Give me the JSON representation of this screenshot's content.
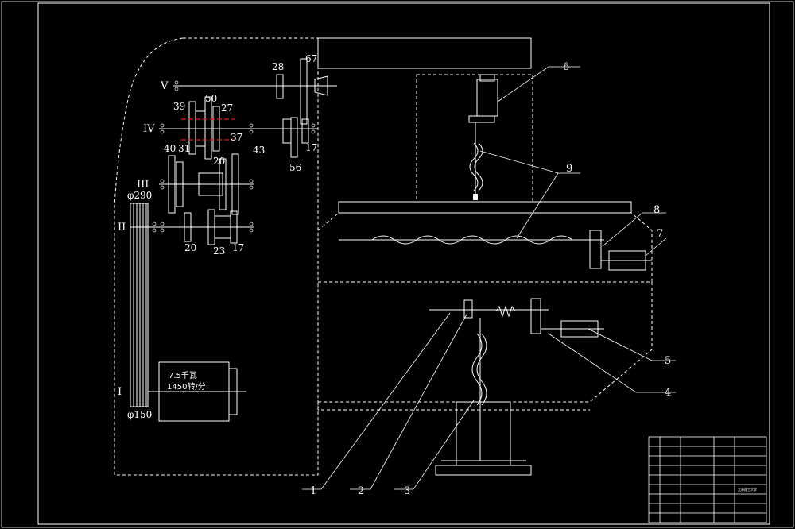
{
  "shafts": {
    "I": "I",
    "II": "II",
    "III": "III",
    "IV": "IV",
    "V": "V"
  },
  "gears": {
    "g28": "28",
    "g67": "67",
    "g39": "39",
    "g50": "50",
    "g27": "27",
    "g40": "40",
    "g31": "31",
    "g37": "37",
    "g43": "43",
    "g20a": "20",
    "g56": "56",
    "g17a": "17",
    "g20b": "20",
    "g23": "23",
    "g17b": "17"
  },
  "pulleys": {
    "large": "φ290",
    "small": "φ150"
  },
  "motor": {
    "power": "7.5千瓦",
    "speed": "1450转/分"
  },
  "callouts": [
    "1",
    "2",
    "3",
    "4",
    "5",
    "6",
    "7",
    "8",
    "9"
  ],
  "title_block": {
    "school": "太原理工大学",
    "drawing_no": "",
    "rows": [
      "",
      "",
      "",
      "",
      "",
      "",
      ""
    ]
  },
  "colors": {
    "background": "#000000",
    "lines": "#ffffff",
    "center_marks": "#e0201b"
  }
}
